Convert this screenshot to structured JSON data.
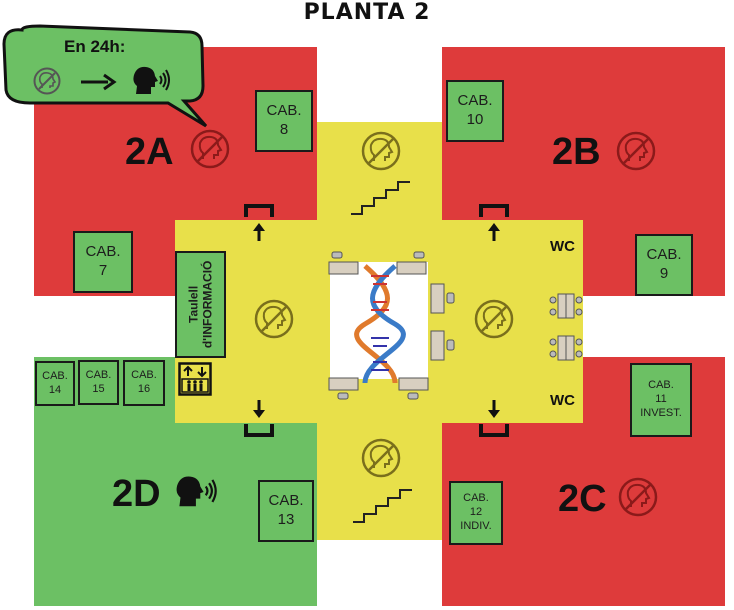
{
  "title": "PLANTA  2",
  "bubble": {
    "label": "En 24h:"
  },
  "zones": {
    "a": "2A",
    "b": "2B",
    "c": "2C",
    "d": "2D"
  },
  "cabins": {
    "c7": [
      "CAB.",
      "7"
    ],
    "c8": [
      "CAB.",
      "8"
    ],
    "c9": [
      "CAB.",
      "9"
    ],
    "c10": [
      "CAB.",
      "10"
    ],
    "c11": [
      "CAB.",
      "11",
      "INVEST."
    ],
    "c12": [
      "CAB.",
      "12",
      "INDIV."
    ],
    "c13": [
      "CAB.",
      "13"
    ],
    "c14": [
      "CAB.",
      "14"
    ],
    "c15": [
      "CAB.",
      "15"
    ],
    "c16": [
      "CAB.",
      "16"
    ]
  },
  "info_desk": [
    "Taulell",
    "d'INFORMACIÓ"
  ],
  "wc": [
    "WC",
    "WC"
  ],
  "colors": {
    "red": "#de3b3b",
    "green": "#6cc064",
    "yellow": "#e8e04a"
  },
  "icons": [
    "no-talking-icon",
    "talking-icon",
    "arrow-right-icon",
    "stairs-icon",
    "elevator-icon",
    "dna-icon",
    "door-arrow-icon",
    "desk-chair-icon"
  ]
}
